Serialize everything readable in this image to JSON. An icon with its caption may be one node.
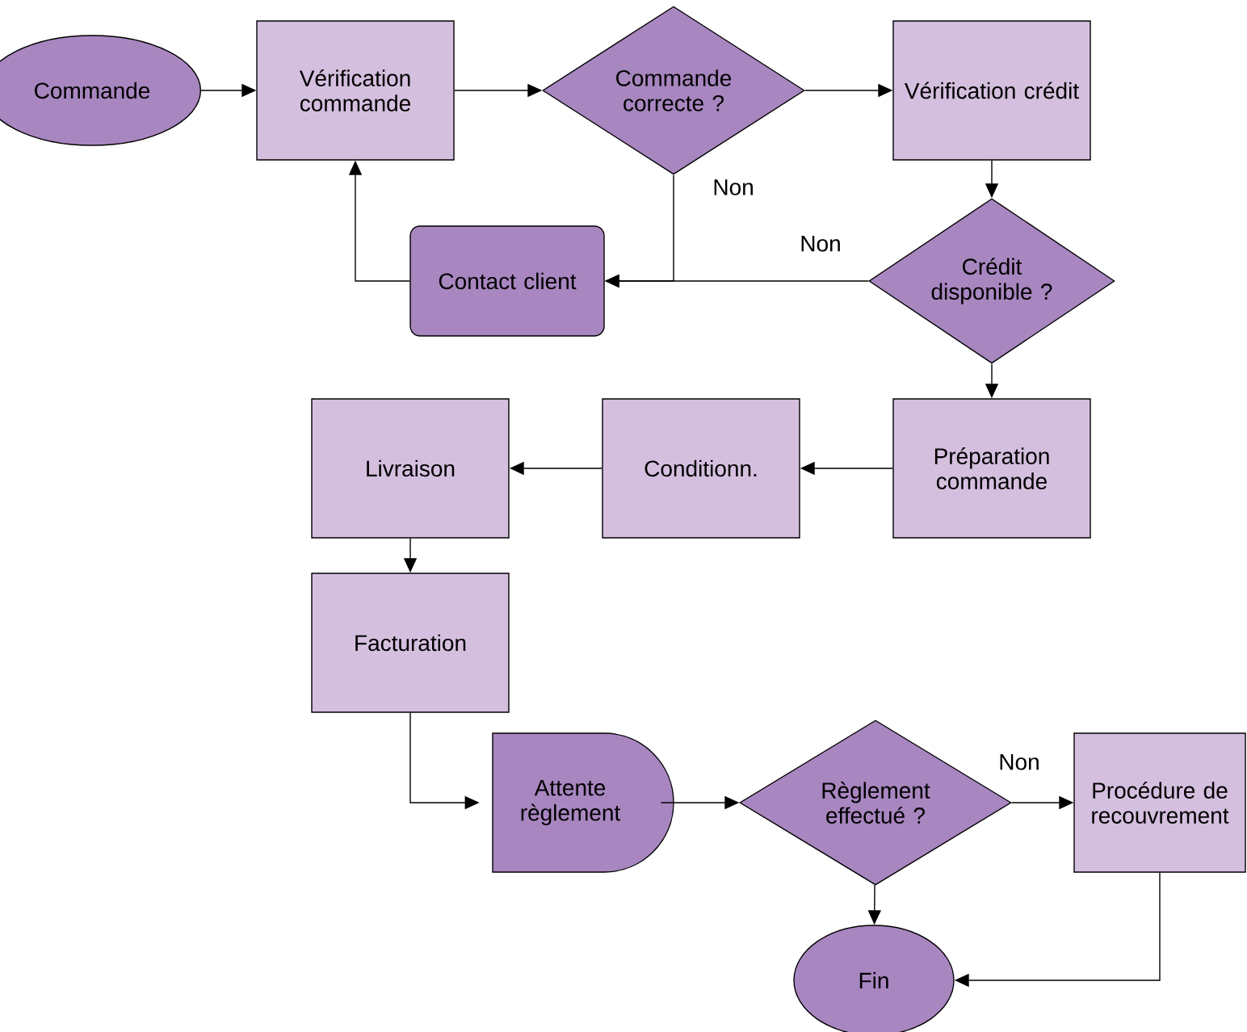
{
  "diagram": {
    "nodes": [
      {
        "text": [
          "Commande"
        ]
      },
      {
        "text": [
          "Vérification commande"
        ]
      },
      {
        "text": [
          "Commande correcte ?"
        ]
      },
      {
        "text": [
          "Vérification crédit"
        ]
      },
      {
        "text": [
          "Crédit disponible ?"
        ]
      },
      {
        "text": [
          "Contact client"
        ]
      },
      {
        "text": [
          "Préparation commande"
        ]
      },
      {
        "text": [
          "Conditionn."
        ]
      },
      {
        "text": [
          "Livraison"
        ]
      },
      {
        "text": [
          "Facturation"
        ]
      },
      {
        "text": [
          "Attente règlement"
        ]
      },
      {
        "text": [
          "Règlement effectué ?"
        ]
      },
      {
        "text": [
          "Procédure de recouvrement"
        ]
      },
      {
        "text": [
          "Fin"
        ]
      }
    ],
    "edges": [
      {
        "from": 0,
        "to": 1,
        "arrow": "to"
      },
      {
        "from": 1,
        "to": 2,
        "arrow": "to"
      },
      {
        "from": 2,
        "to": 3,
        "arrow": "to"
      },
      {
        "from": 3,
        "to": 4,
        "arrow": "to"
      },
      {
        "from": 2,
        "to": 5,
        "arrow": "to",
        "label": "Non"
      },
      {
        "from": 4,
        "to": 5,
        "arrow": "to",
        "label": "Non"
      },
      {
        "from": 5,
        "to": 1,
        "arrow": "to"
      },
      {
        "from": 4,
        "to": 6,
        "arrow": "to"
      },
      {
        "from": 6,
        "to": 7,
        "arrow": "to"
      },
      {
        "from": 7,
        "to": 8,
        "arrow": "to"
      },
      {
        "from": 8,
        "to": 9,
        "arrow": "to"
      },
      {
        "from": 9,
        "to": 10,
        "arrow": "to"
      },
      {
        "from": 10,
        "to": 11,
        "arrow": "to"
      },
      {
        "from": 11,
        "to": 12,
        "arrow": "to",
        "label": "Non"
      },
      {
        "from": 11,
        "to": 13,
        "arrow": "to"
      },
      {
        "from": 12,
        "to": 13,
        "arrow": "to"
      }
    ]
  }
}
